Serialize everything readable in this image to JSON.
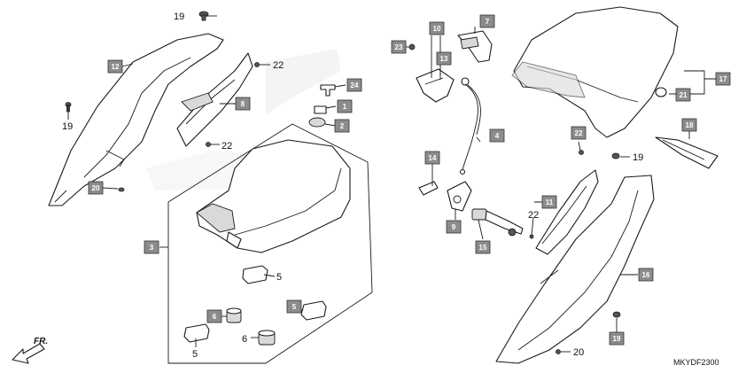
{
  "diagram": {
    "code": "MKYDF2300",
    "direction_label": "FR.",
    "callouts": [
      "1",
      "2",
      "3",
      "4",
      "7",
      "8",
      "9",
      "10",
      "11",
      "12",
      "13",
      "14",
      "15",
      "16",
      "17",
      "18",
      "19",
      "20",
      "21",
      "22",
      "23",
      "24"
    ],
    "plain_labels": [
      "5",
      "6",
      "19",
      "20",
      "22"
    ],
    "colors": {
      "callout_box": "#8c8c8c",
      "line": "#1a1a1a"
    }
  }
}
